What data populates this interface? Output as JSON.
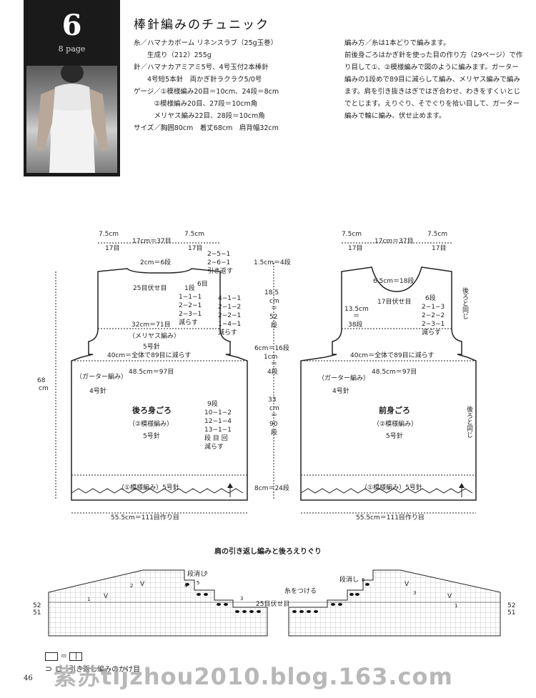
{
  "header": {
    "number": "6",
    "page_ref": "8 page",
    "title": "棒針編みのチュニック"
  },
  "specs": [
    "糸／ハマナカボーム リネンスラブ（25g玉巻）",
    "　　生成り（212）255g",
    "針／ハマナカアミアミ5号、4号玉付2本棒針",
    "　　4号短5本針　両かぎ針ラクラク5/0号",
    "ゲージ／①模様編み20目＝10cm、24段＝8cm",
    "　　　②模様編み20目、27段＝10cm角",
    "　　　メリヤス編み22目、28段＝10cm角",
    "サイズ／胸囲80cm　着丈68cm　肩背幅32cm"
  ],
  "howto": {
    "heading": "編み方／",
    "lines": [
      "編み方／糸は1本どりで編みます。",
      "前後身ごろはかぎ針を使った目の作り方（29ページ）で作",
      "り目して①、②模様編みで図のように編みます。ガーター",
      "編みの1段めで89目に減らして編み、メリヤス編みで編み",
      "ます。肩を引き抜きはぎではぎ合わせ、わきをすくいとじ",
      "でとじます。えりぐり、そでぐりを拾い目して、ガーター",
      "編みで輪に編み、伏せ止めます。"
    ]
  },
  "back_piece": {
    "top_left": "7.5cm",
    "top_left_st": "17目",
    "top_mid": "17cm＝37目",
    "top_right": "7.5cm",
    "top_right_st": "17目",
    "neck_depth": "2cm＝6段",
    "neck_rows": [
      "2−5−1",
      "2−6−1",
      "引き返す"
    ],
    "neck_bind": "25目伏せ目",
    "neck_steps": [
      "1段",
      "1−1−1",
      "2−2−1",
      "2−3−1",
      "減らす"
    ],
    "step_6": "6目",
    "arm_steps": [
      "4−1−1",
      "2−1−2",
      "2−2−1",
      "1−4−1",
      "減らす"
    ],
    "width_32": "32cm＝71目",
    "stockinette": "（メリヤス編み）",
    "needle_5a": "5号針",
    "width_40": "40cm＝全体で89目に減らす",
    "width_485": "48.5cm＝97目",
    "garter": "（ガーター編み）",
    "needle_4": "4号針",
    "name": "後ろ身ごろ",
    "pattern2": "（②模様編み）",
    "needle_5b": "5号針",
    "dec_rows": [
      "9段",
      "10−1−2",
      "12−1−4",
      "13−1−1",
      "段 目 回",
      "減らす"
    ],
    "pattern1": "（①模様編み）5号針",
    "bottom": "55.5cm＝111目作り目",
    "height": "68",
    "height_unit": "cm"
  },
  "middle_scale": {
    "s1": "1.5cm＝4段",
    "s2": [
      "18.5",
      "cm",
      "＝",
      "52",
      "段"
    ],
    "s3": "6cm＝16段",
    "s4": [
      "1cm",
      "＝",
      "4段"
    ],
    "s5": [
      "33",
      "cm",
      "＝",
      "90",
      "段"
    ],
    "s6": "8cm＝24段"
  },
  "front_piece": {
    "top_left": "7.5cm",
    "top_left_st": "17目",
    "top_mid": "17cm＝37目",
    "top_right": "7.5cm",
    "top_right_st": "17目",
    "neck_depth": "6.5cm＝18段",
    "neck_bind": "17目伏せ目",
    "neck_steps": [
      "6段",
      "2−1−3",
      "2−2−2",
      "2−3−1",
      "減らす"
    ],
    "side_height": [
      "13.5cm",
      "＝",
      "38段"
    ],
    "same_as_back": "後ろと同じ",
    "width_40": "40cm＝全体で89目に減らす",
    "width_485": "48.5cm＝97目",
    "garter": "（ガーター編み）",
    "needle_4": "4号針",
    "name": "前身ごろ",
    "pattern2": "（②模様編み）",
    "needle_5": "5号針",
    "same_as_back2": "後ろと同じ",
    "pattern1": "（①模様編み）5号針",
    "bottom": "55.5cm＝111目作り目"
  },
  "chart": {
    "title": "肩の引き返し編みと後ろえりぐり",
    "dankeshi_left": "段消し",
    "dankeshi_right": "段消し",
    "yarn_attach": "糸をつける",
    "bind25": "25目伏せ目",
    "row52": "52",
    "row51": "51",
    "nums": [
      "6",
      "5",
      "4",
      "3",
      "2",
      "1"
    ]
  },
  "legend": {
    "item1": "＝",
    "item1b": "|",
    "item2": "引き返し編みのかけ目"
  },
  "watermark": "紫苏tljzhou2010.blog.163.com",
  "page_number": "46"
}
